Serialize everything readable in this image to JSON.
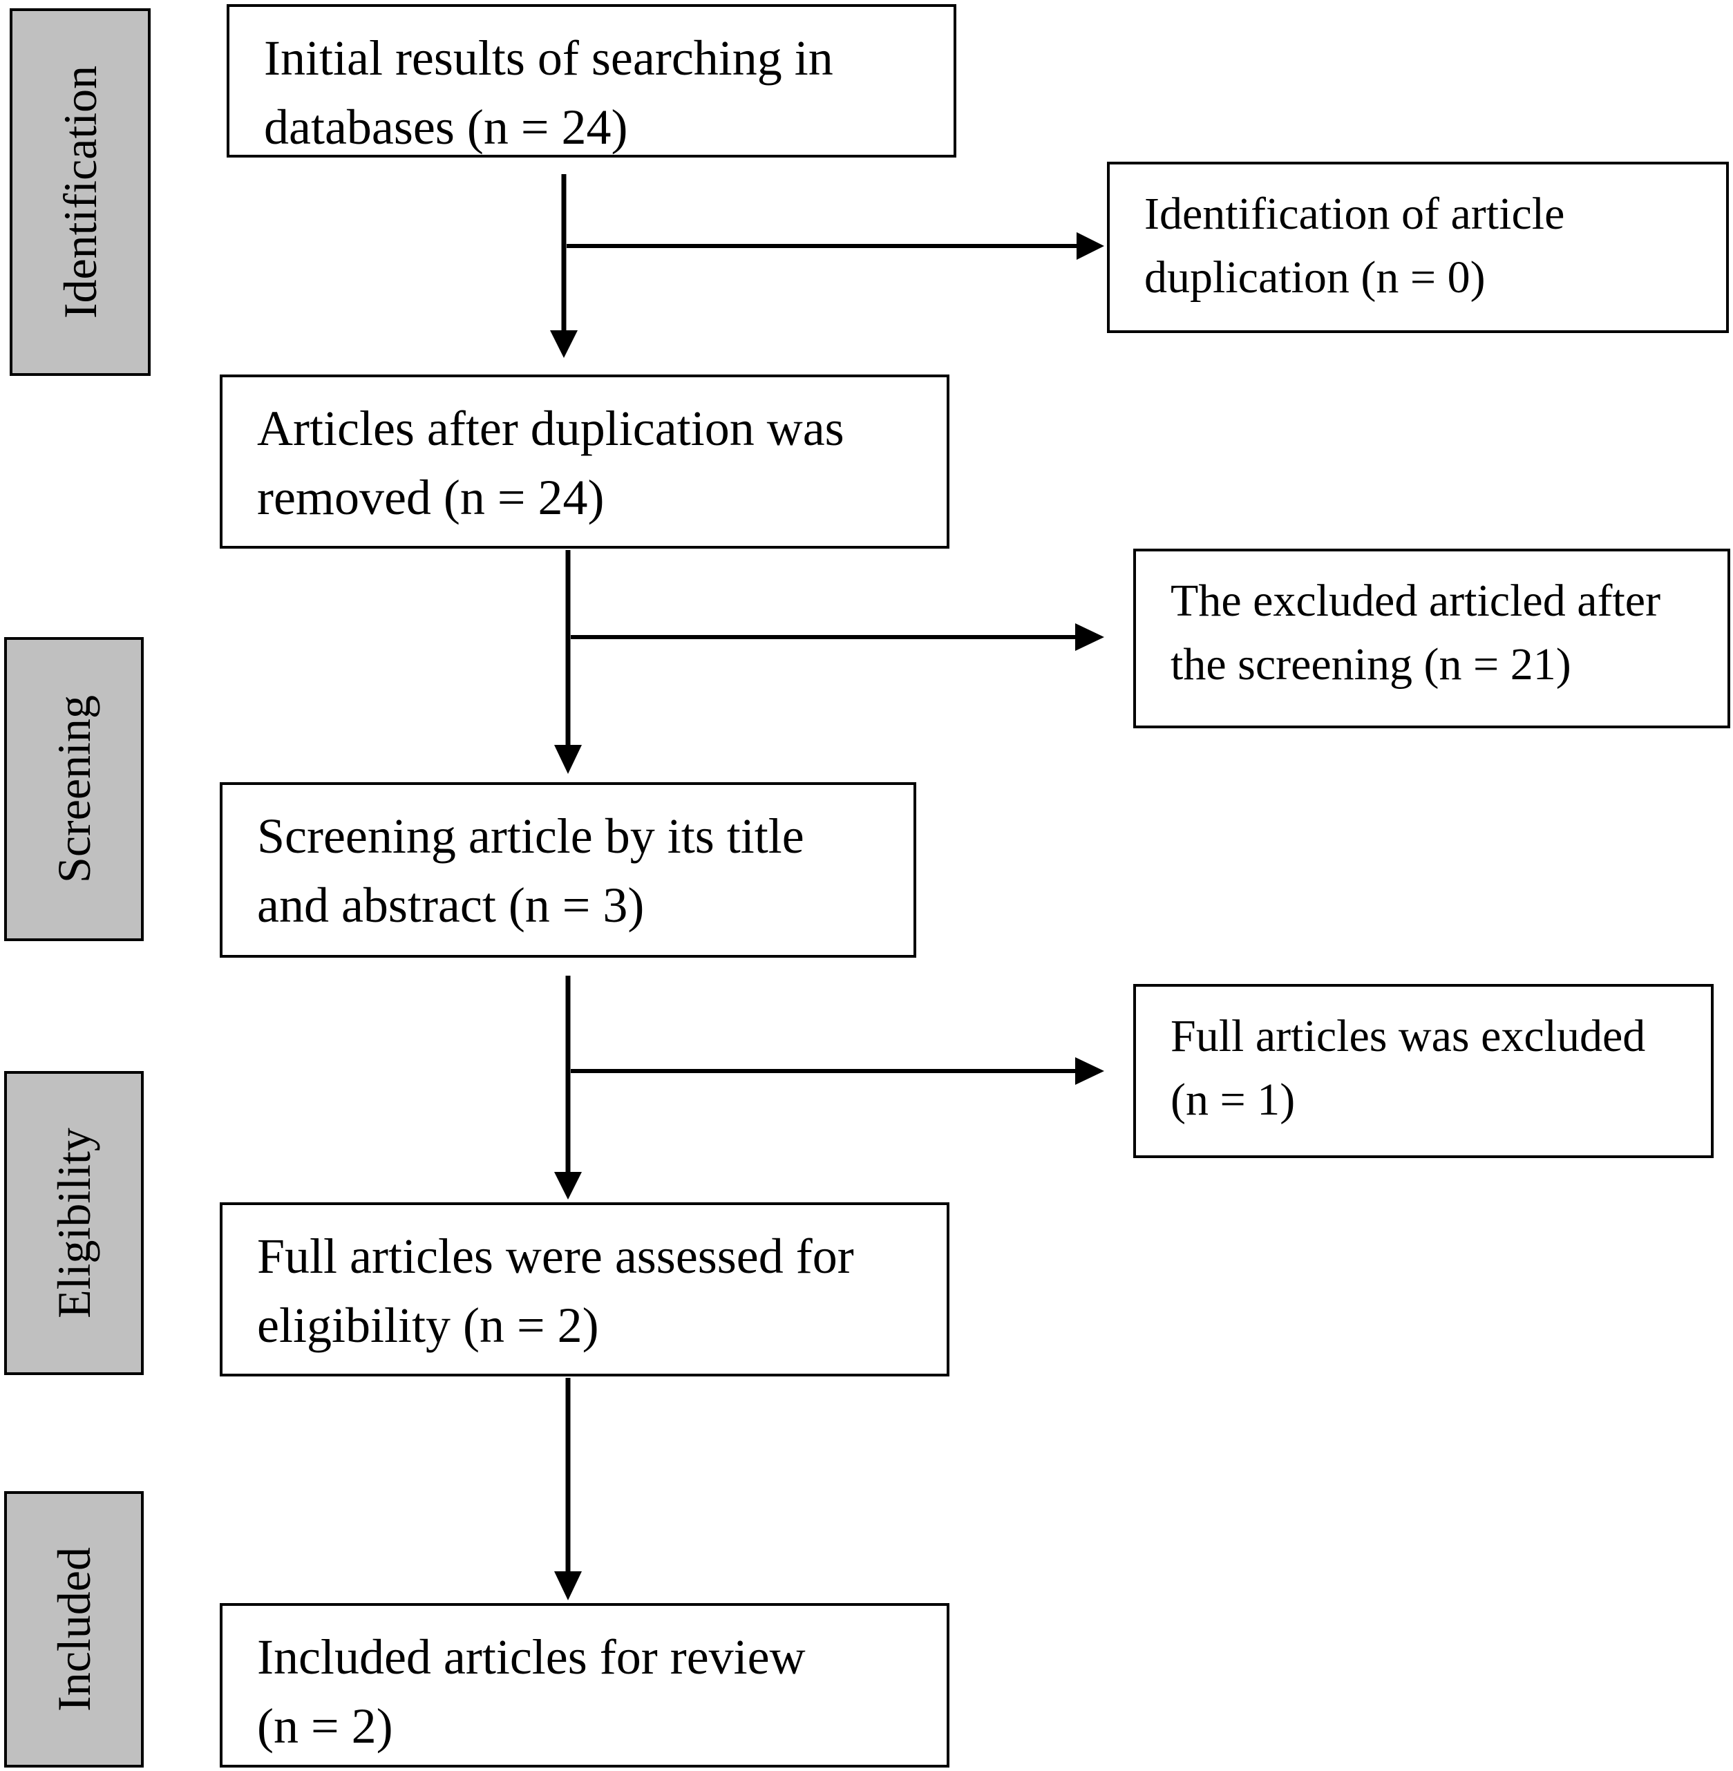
{
  "stages": [
    {
      "id": "identification",
      "label": "Identification"
    },
    {
      "id": "screening",
      "label": "Screening"
    },
    {
      "id": "eligibility",
      "label": "Eligibility"
    },
    {
      "id": "included",
      "label": "Included"
    }
  ],
  "main_boxes": [
    {
      "id": "initial-results",
      "lines": [
        "Initial results of searching in",
        "databases (n = 24)"
      ]
    },
    {
      "id": "after-duplication",
      "lines": [
        "Articles after duplication was",
        "removed (n = 24)"
      ]
    },
    {
      "id": "screening-title-abstract",
      "lines": [
        "Screening article by its title",
        "and abstract (n = 3)"
      ]
    },
    {
      "id": "full-assessed",
      "lines": [
        "Full articles were assessed for",
        "eligibility (n = 2)"
      ]
    },
    {
      "id": "included-review",
      "lines": [
        "Included articles for review",
        "(n = 2)"
      ]
    }
  ],
  "side_boxes": [
    {
      "id": "duplication-identification",
      "lines": [
        "Identification of article",
        "duplication (n = 0)"
      ]
    },
    {
      "id": "excluded-screening",
      "lines": [
        "The excluded articled after",
        "the screening (n = 21)"
      ]
    },
    {
      "id": "full-excluded",
      "lines": [
        "Full articles was excluded",
        "(n = 1)"
      ]
    }
  ]
}
